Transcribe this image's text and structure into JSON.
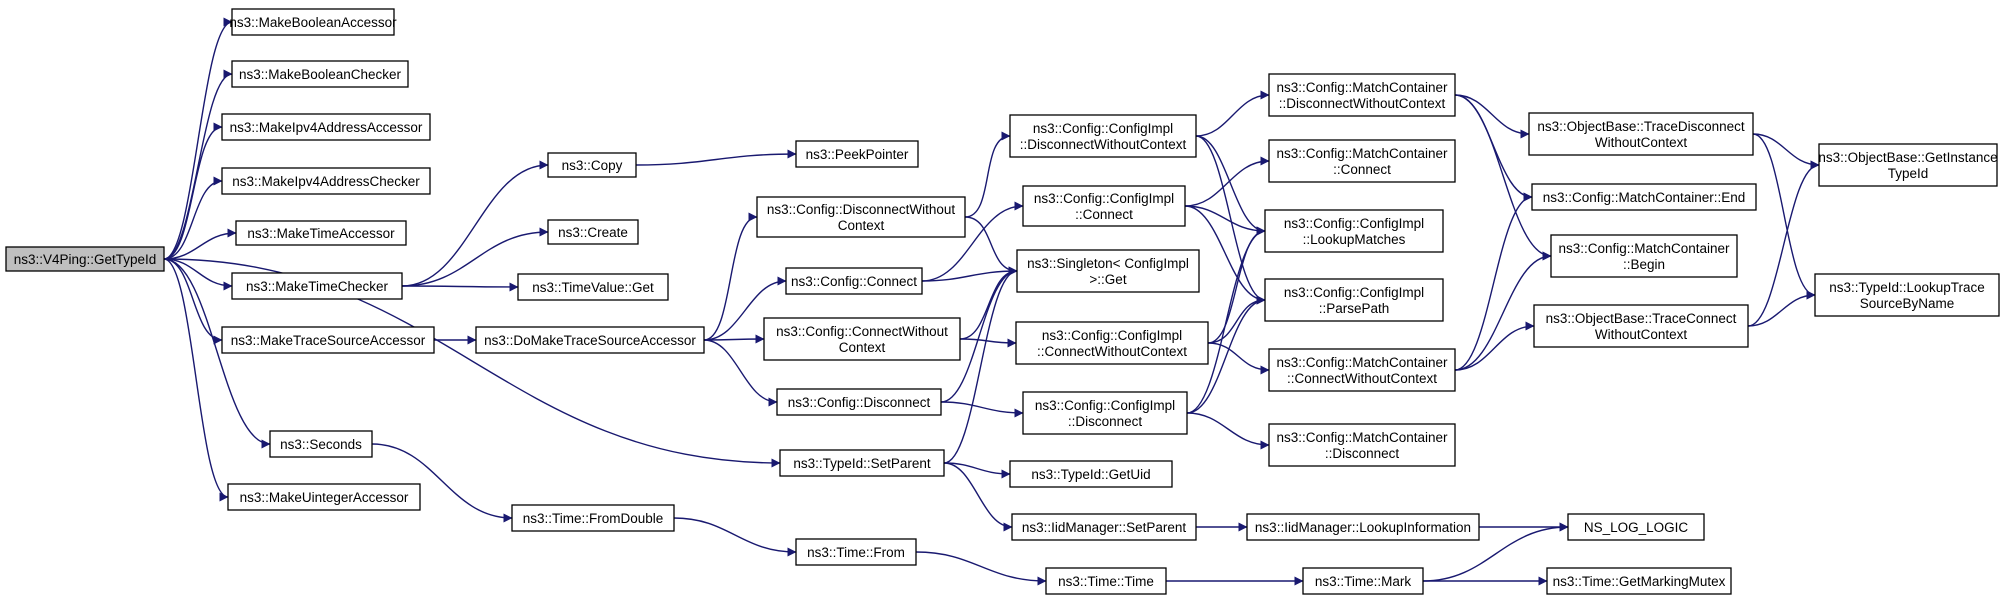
{
  "diagram": {
    "type": "call-graph",
    "colors": {
      "edge": "#191970",
      "root_fill": "#bfbfbf",
      "node_fill": "#ffffff",
      "border": "#000000"
    },
    "nodes": [
      {
        "id": "root",
        "lines": [
          "ns3::V4Ping::GetTypeId"
        ]
      },
      {
        "id": "mba",
        "lines": [
          "ns3::MakeBooleanAccessor"
        ]
      },
      {
        "id": "mbc",
        "lines": [
          "ns3::MakeBooleanChecker"
        ]
      },
      {
        "id": "mipa",
        "lines": [
          "ns3::MakeIpv4AddressAccessor"
        ]
      },
      {
        "id": "mipc",
        "lines": [
          "ns3::MakeIpv4AddressChecker"
        ]
      },
      {
        "id": "mta",
        "lines": [
          "ns3::MakeTimeAccessor"
        ]
      },
      {
        "id": "mtc",
        "lines": [
          "ns3::MakeTimeChecker"
        ]
      },
      {
        "id": "mtsa",
        "lines": [
          "ns3::MakeTraceSourceAccessor"
        ]
      },
      {
        "id": "sec",
        "lines": [
          "ns3::Seconds"
        ]
      },
      {
        "id": "mua",
        "lines": [
          "ns3::MakeUintegerAccessor"
        ]
      },
      {
        "id": "copy",
        "lines": [
          "ns3::Copy"
        ]
      },
      {
        "id": "create",
        "lines": [
          "ns3::Create"
        ]
      },
      {
        "id": "tvget",
        "lines": [
          "ns3::TimeValue::Get"
        ]
      },
      {
        "id": "peek",
        "lines": [
          "ns3::PeekPointer"
        ]
      },
      {
        "id": "dmtsa",
        "lines": [
          "ns3::DoMakeTraceSourceAccessor"
        ]
      },
      {
        "id": "tfd",
        "lines": [
          "ns3::Time::FromDouble"
        ]
      },
      {
        "id": "cdwc",
        "lines": [
          "ns3::Config::DisconnectWithout",
          "Context"
        ]
      },
      {
        "id": "cconn",
        "lines": [
          "ns3::Config::Connect"
        ]
      },
      {
        "id": "ccwc",
        "lines": [
          "ns3::Config::ConnectWithout",
          "Context"
        ]
      },
      {
        "id": "cdisc",
        "lines": [
          "ns3::Config::Disconnect"
        ]
      },
      {
        "id": "tsp",
        "lines": [
          "ns3::TypeId::SetParent"
        ]
      },
      {
        "id": "tfrom",
        "lines": [
          "ns3::Time::From"
        ]
      },
      {
        "id": "cidwc",
        "lines": [
          "ns3::Config::ConfigImpl",
          "::DisconnectWithoutContext"
        ]
      },
      {
        "id": "ciconn",
        "lines": [
          "ns3::Config::ConfigImpl",
          "::Connect"
        ]
      },
      {
        "id": "sget",
        "lines": [
          "ns3::Singleton< ConfigImpl",
          ">::Get"
        ]
      },
      {
        "id": "cicwc",
        "lines": [
          "ns3::Config::ConfigImpl",
          "::ConnectWithoutContext"
        ]
      },
      {
        "id": "cidisc",
        "lines": [
          "ns3::Config::ConfigImpl",
          "::Disconnect"
        ]
      },
      {
        "id": "guid",
        "lines": [
          "ns3::TypeId::GetUid"
        ]
      },
      {
        "id": "imsp",
        "lines": [
          "ns3::IidManager::SetParent"
        ]
      },
      {
        "id": "ttime",
        "lines": [
          "ns3::Time::Time"
        ]
      },
      {
        "id": "mcdwc",
        "lines": [
          "ns3::Config::MatchContainer",
          "::DisconnectWithoutContext"
        ]
      },
      {
        "id": "mcconn",
        "lines": [
          "ns3::Config::MatchContainer",
          "::Connect"
        ]
      },
      {
        "id": "cilm",
        "lines": [
          "ns3::Config::ConfigImpl",
          "::LookupMatches"
        ]
      },
      {
        "id": "cipp",
        "lines": [
          "ns3::Config::ConfigImpl",
          "::ParsePath"
        ]
      },
      {
        "id": "mccwc",
        "lines": [
          "ns3::Config::MatchContainer",
          "::ConnectWithoutContext"
        ]
      },
      {
        "id": "mcdisc",
        "lines": [
          "ns3::Config::MatchContainer",
          "::Disconnect"
        ]
      },
      {
        "id": "imli",
        "lines": [
          "ns3::IidManager::LookupInformation"
        ]
      },
      {
        "id": "tmark",
        "lines": [
          "ns3::Time::Mark"
        ]
      },
      {
        "id": "obtdwc",
        "lines": [
          "ns3::ObjectBase::TraceDisconnect",
          "WithoutContext"
        ]
      },
      {
        "id": "mcend",
        "lines": [
          "ns3::Config::MatchContainer::End"
        ]
      },
      {
        "id": "mcbegin",
        "lines": [
          "ns3::Config::MatchContainer",
          "::Begin"
        ]
      },
      {
        "id": "obtcwc",
        "lines": [
          "ns3::ObjectBase::TraceConnect",
          "WithoutContext"
        ]
      },
      {
        "id": "nslog",
        "lines": [
          "NS_LOG_LOGIC"
        ]
      },
      {
        "id": "tgmm",
        "lines": [
          "ns3::Time::GetMarkingMutex"
        ]
      },
      {
        "id": "obgit",
        "lines": [
          "ns3::ObjectBase::GetInstance",
          "TypeId"
        ]
      },
      {
        "id": "tlts",
        "lines": [
          "ns3::TypeId::LookupTrace",
          "SourceByName"
        ]
      }
    ],
    "edges": [
      [
        "root",
        "mba"
      ],
      [
        "root",
        "mbc"
      ],
      [
        "root",
        "mipa"
      ],
      [
        "root",
        "mipc"
      ],
      [
        "root",
        "mta"
      ],
      [
        "root",
        "mtc"
      ],
      [
        "root",
        "mtsa"
      ],
      [
        "root",
        "sec"
      ],
      [
        "root",
        "mua"
      ],
      [
        "root",
        "tsp"
      ],
      [
        "mtc",
        "copy"
      ],
      [
        "mtc",
        "create"
      ],
      [
        "mtc",
        "tvget"
      ],
      [
        "copy",
        "peek"
      ],
      [
        "mtsa",
        "dmtsa"
      ],
      [
        "dmtsa",
        "cdwc"
      ],
      [
        "dmtsa",
        "cconn"
      ],
      [
        "dmtsa",
        "ccwc"
      ],
      [
        "dmtsa",
        "cdisc"
      ],
      [
        "sec",
        "tfd"
      ],
      [
        "tfd",
        "tfrom"
      ],
      [
        "tfrom",
        "ttime"
      ],
      [
        "ttime",
        "tmark"
      ],
      [
        "tmark",
        "nslog"
      ],
      [
        "tmark",
        "tgmm"
      ],
      [
        "cdwc",
        "cidwc"
      ],
      [
        "cdwc",
        "sget"
      ],
      [
        "cconn",
        "ciconn"
      ],
      [
        "cconn",
        "sget"
      ],
      [
        "ccwc",
        "cicwc"
      ],
      [
        "ccwc",
        "sget"
      ],
      [
        "cdisc",
        "cidisc"
      ],
      [
        "cdisc",
        "sget"
      ],
      [
        "tsp",
        "guid"
      ],
      [
        "tsp",
        "imsp"
      ],
      [
        "tsp",
        "sget"
      ],
      [
        "imsp",
        "imli"
      ],
      [
        "imli",
        "nslog"
      ],
      [
        "cidwc",
        "mcdwc"
      ],
      [
        "cidwc",
        "cilm"
      ],
      [
        "cidwc",
        "cipp"
      ],
      [
        "ciconn",
        "mcconn"
      ],
      [
        "ciconn",
        "cilm"
      ],
      [
        "ciconn",
        "cipp"
      ],
      [
        "cicwc",
        "mccwc"
      ],
      [
        "cicwc",
        "cilm"
      ],
      [
        "cicwc",
        "cipp"
      ],
      [
        "cidisc",
        "mcdisc"
      ],
      [
        "cidisc",
        "cilm"
      ],
      [
        "cidisc",
        "cipp"
      ],
      [
        "mcdwc",
        "obtdwc"
      ],
      [
        "mcdwc",
        "mcend"
      ],
      [
        "mcdwc",
        "mcbegin"
      ],
      [
        "mccwc",
        "obtcwc"
      ],
      [
        "mccwc",
        "mcend"
      ],
      [
        "mccwc",
        "mcbegin"
      ],
      [
        "obtdwc",
        "obgit"
      ],
      [
        "obtdwc",
        "tlts"
      ],
      [
        "obtcwc",
        "obgit"
      ],
      [
        "obtcwc",
        "tlts"
      ]
    ]
  }
}
